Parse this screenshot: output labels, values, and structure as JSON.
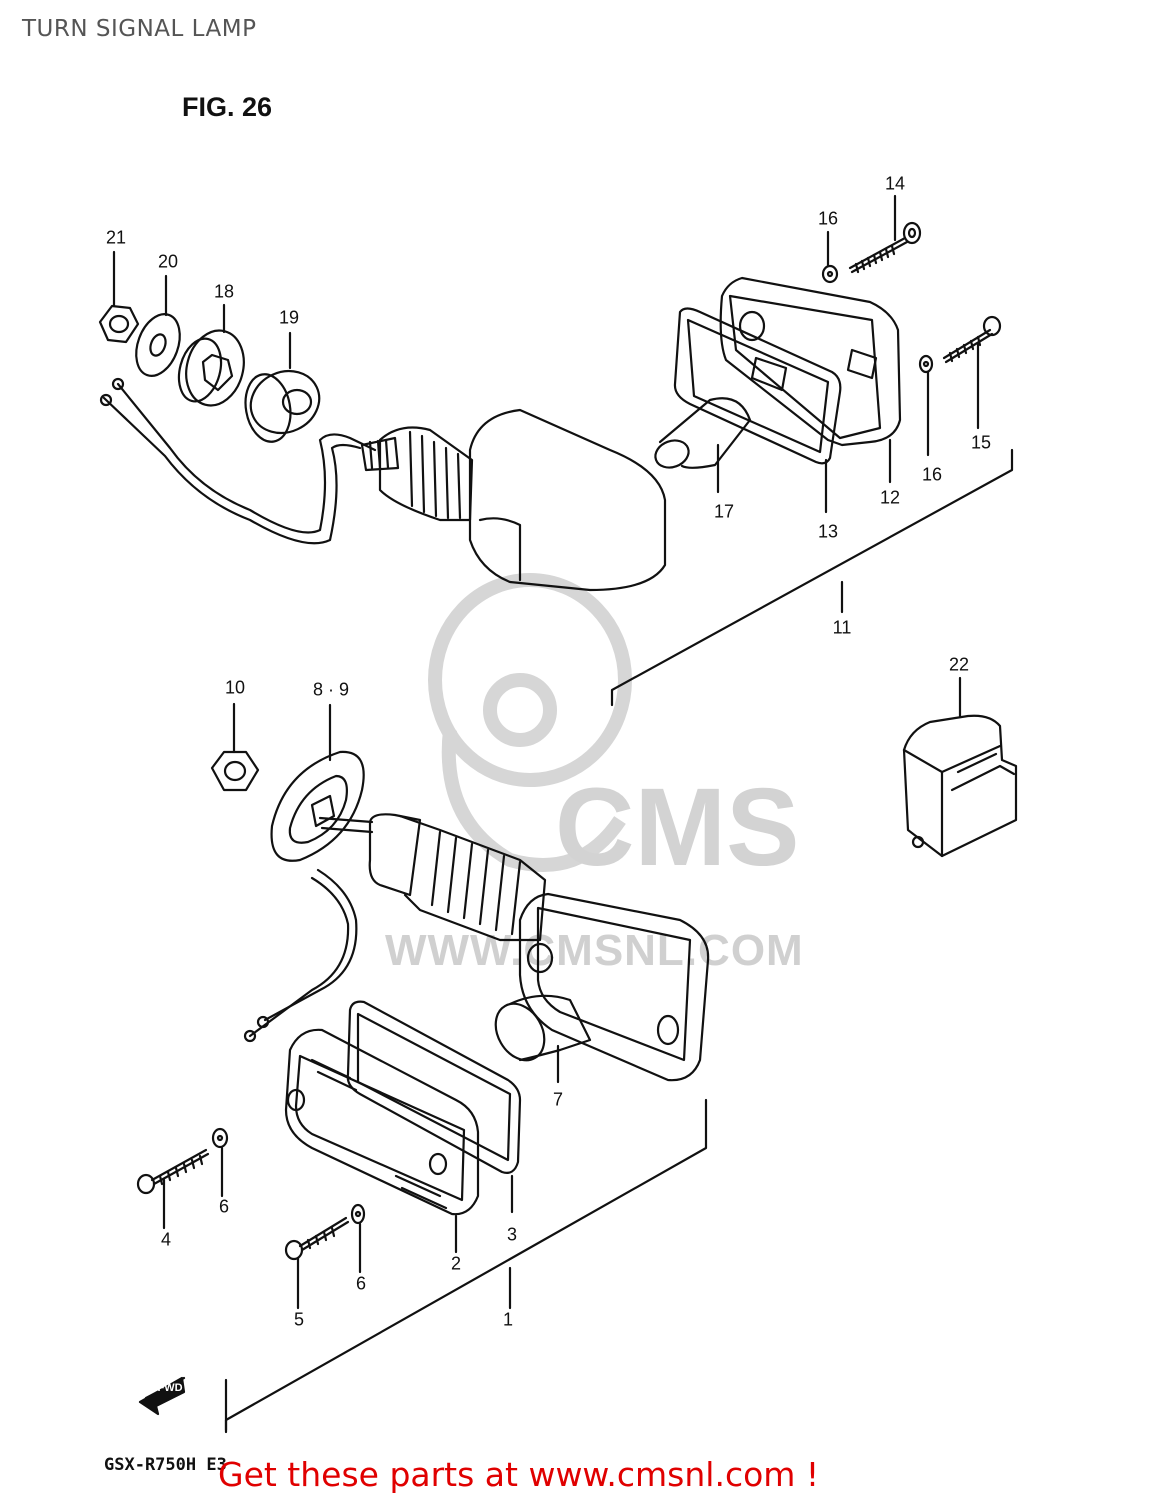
{
  "header": {
    "title": "TURN SIGNAL LAMP"
  },
  "figure": {
    "label": "FIG. 26"
  },
  "watermark": {
    "brand": "CMS",
    "url": "WWW.CMSNL.COM"
  },
  "part_labels": {
    "p1": "1",
    "p2": "2",
    "p3": "3",
    "p4": "4",
    "p5": "5",
    "p6a": "6",
    "p6b": "6",
    "p7": "7",
    "p8_9": "8 · 9",
    "p10": "10",
    "p11": "11",
    "p12": "12",
    "p13": "13",
    "p14": "14",
    "p15": "15",
    "p16a": "16",
    "p16b": "16",
    "p17": "17",
    "p18": "18",
    "p19": "19",
    "p20": "20",
    "p21": "21",
    "p22": "22"
  },
  "direction_marker": {
    "label": "FWD"
  },
  "footer": {
    "model_code": "GSX-R750H E3",
    "cta": "Get these parts at www.cmsnl.com !"
  },
  "colors": {
    "ink": "#111111",
    "cta": "#e00000",
    "watermark": "#d0d0d0",
    "title": "#555555"
  }
}
